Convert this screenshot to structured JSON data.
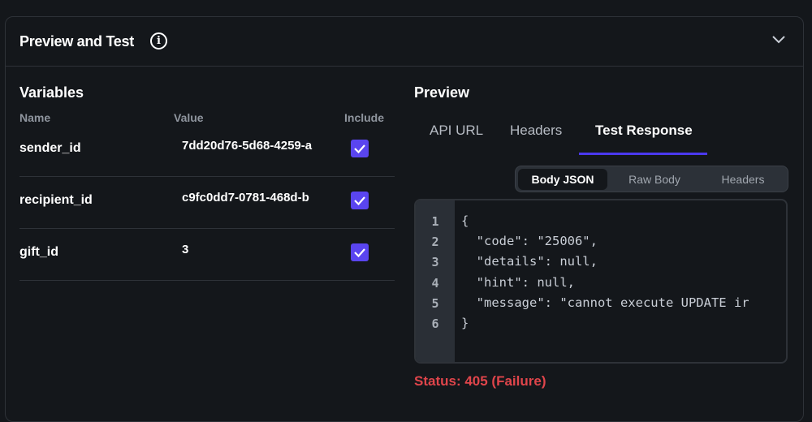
{
  "header": {
    "title": "Preview and Test"
  },
  "variables": {
    "title": "Variables",
    "columns": [
      "Name",
      "Value",
      "Include"
    ],
    "rows": [
      {
        "name": "sender_id",
        "value": "7dd20d76-5d68-4259-a",
        "include": true
      },
      {
        "name": "recipient_id",
        "value": "c9fc0dd7-0781-468d-b",
        "include": true
      },
      {
        "name": "gift_id",
        "value": "3",
        "include": true
      }
    ]
  },
  "preview": {
    "title": "Preview",
    "tabs": [
      "API URL",
      "Headers",
      "Test Response"
    ],
    "active_tab": "Test Response",
    "subtabs": [
      "Body JSON",
      "Raw Body",
      "Headers"
    ],
    "active_subtab": "Body JSON",
    "code_lines": [
      "{",
      "  \"code\": \"25006\",",
      "  \"details\": null,",
      "  \"hint\": null,",
      "  \"message\": \"cannot execute UPDATE ir",
      "}"
    ],
    "line_numbers": [
      "1",
      "2",
      "3",
      "4",
      "5",
      "6"
    ],
    "status": "Status:  405 (Failure)"
  },
  "colors": {
    "accent": "#4b39ef",
    "checkbox": "#5a45f0",
    "error": "#e0454b"
  }
}
